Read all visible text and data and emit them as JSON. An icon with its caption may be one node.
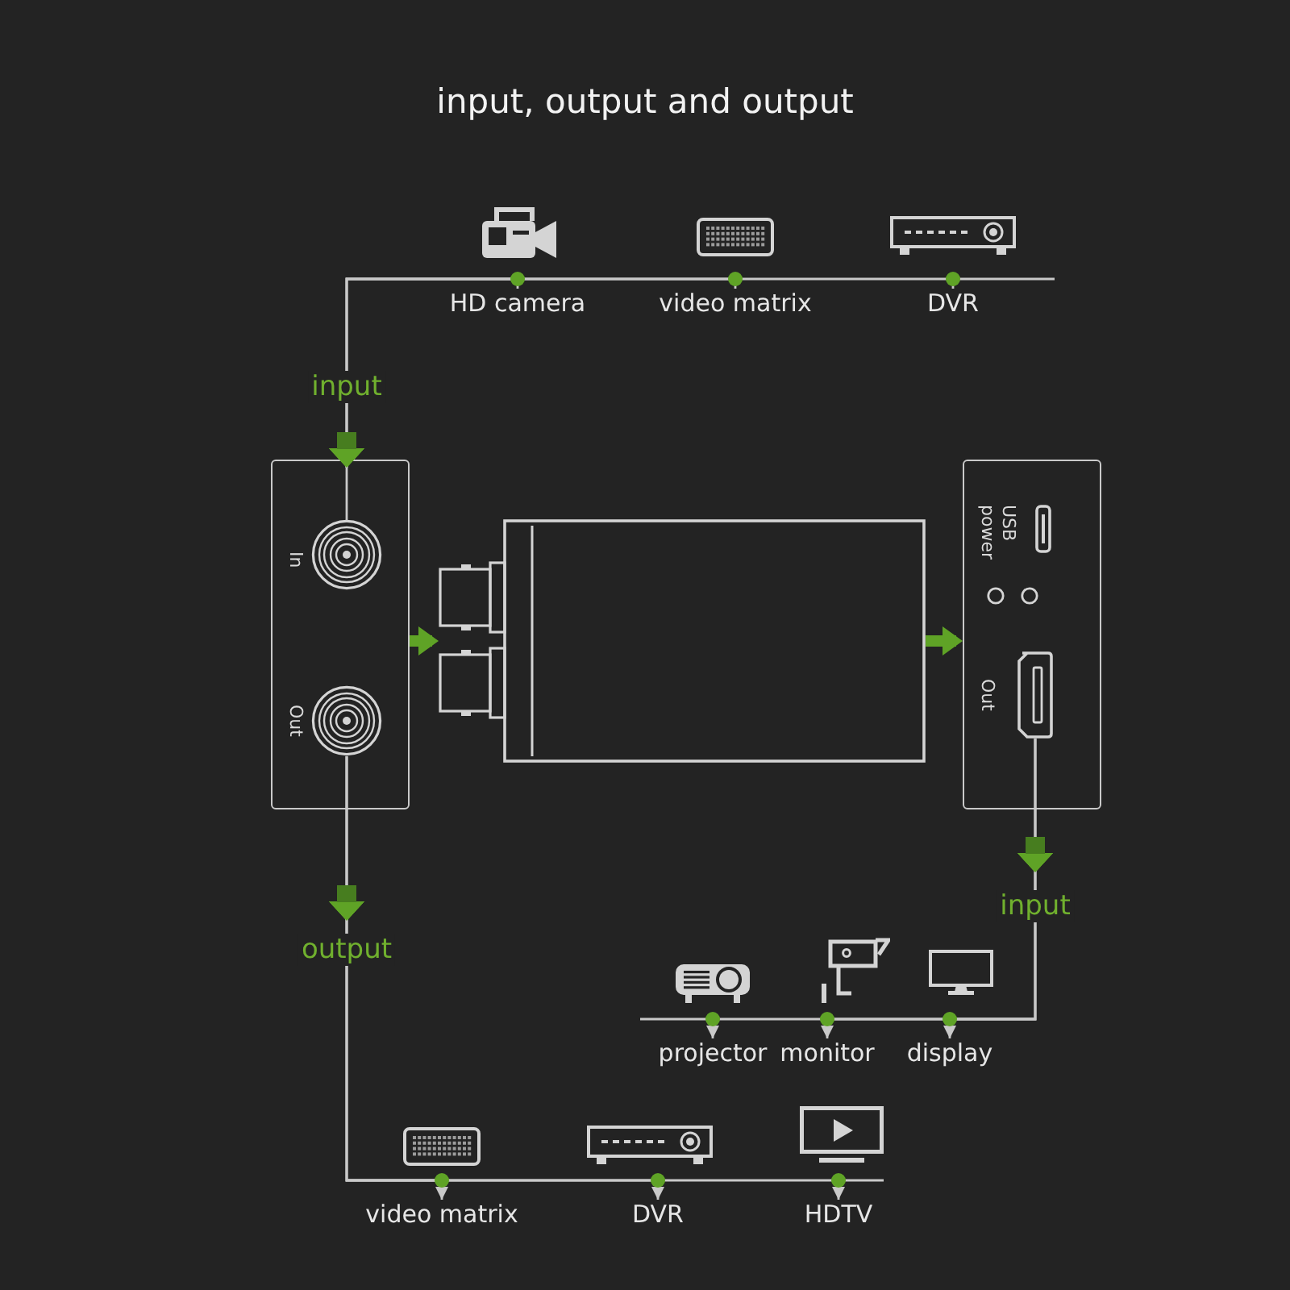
{
  "diagram": {
    "title": "input, output and output",
    "nodes": [
      {
        "text": [
          "HD camera"
        ]
      },
      {
        "text": [
          "video matrix"
        ]
      },
      {
        "text": [
          "DVR"
        ]
      },
      {
        "text": [],
        "shape": "box"
      },
      {
        "text": [
          "In"
        ],
        "in": 3
      },
      {
        "text": [
          "Out"
        ],
        "in": 3
      },
      {
        "text": [],
        "shape": "box"
      },
      {
        "text": [],
        "shape": "box"
      },
      {
        "text": [
          "USB power"
        ],
        "in": 7
      },
      {
        "text": [
          "Out"
        ],
        "in": 7
      },
      {
        "text": [
          "projector"
        ]
      },
      {
        "text": [
          "monitor"
        ]
      },
      {
        "text": [
          "display"
        ]
      },
      {
        "text": [
          "video matrix"
        ]
      },
      {
        "text": [
          "DVR"
        ]
      },
      {
        "text": [
          "HDTV"
        ]
      }
    ],
    "edges": [
      {
        "from": 0,
        "to": 4,
        "arrow": "to",
        "label": "input"
      },
      {
        "from": 1,
        "to": 4,
        "arrow": "to"
      },
      {
        "from": 2,
        "to": 4,
        "arrow": "to"
      },
      {
        "from": 3,
        "to": 6,
        "arrow": "to",
        "style": "thick",
        "color": "#5fa326"
      },
      {
        "from": 6,
        "to": 7,
        "arrow": "to",
        "style": "thick",
        "color": "#5fa326"
      },
      {
        "from": 9,
        "to": 10,
        "arrow": "to",
        "label": "input"
      },
      {
        "from": 9,
        "to": 11,
        "arrow": "to"
      },
      {
        "from": 9,
        "to": 12,
        "arrow": "to"
      },
      {
        "from": 5,
        "to": 13,
        "arrow": "to",
        "label": "output"
      },
      {
        "from": 5,
        "to": 14,
        "arrow": "to"
      },
      {
        "from": 5,
        "to": 15,
        "arrow": "to"
      }
    ]
  }
}
